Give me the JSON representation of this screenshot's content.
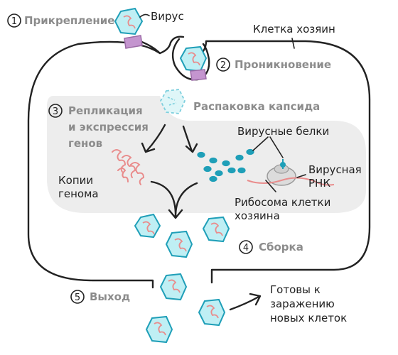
{
  "steps": {
    "attachment": {
      "number": "1",
      "label": "Прикрепление"
    },
    "penetration": {
      "number": "2",
      "label": "Проникновение"
    },
    "replication": {
      "number": "3",
      "line1": "Репликация",
      "line2": "и экспрессия",
      "line3": "генов"
    },
    "assembly": {
      "number": "4",
      "label": "Сборка"
    },
    "exit": {
      "number": "5",
      "label": "Выход"
    }
  },
  "labels": {
    "virus": "Вирус",
    "host_cell": "Клетка хозяин",
    "uncoating": "Распаковка капсида",
    "viral_proteins": "Вирусные белки",
    "viral_rna_1": "Вирусная",
    "viral_rna_2": "РНК",
    "genome_copies_1": "Копии",
    "genome_copies_2": "генома",
    "ribosome_1": "Рибосома клетки",
    "ribosome_2": "хозяина",
    "ready_1": "Готовы к",
    "ready_2": "заражению",
    "ready_3": "новых клеток"
  },
  "colors": {
    "capsid_fill": "#bfeff4",
    "capsid_stroke": "#1f9fb8",
    "rna": "#e98c8c",
    "receptor": "#c495cf",
    "cytoplasm": "#ededed",
    "protein": "#1f9fb8",
    "step_text": "#8c8c8c",
    "ribosome": "#dcdcdc"
  }
}
